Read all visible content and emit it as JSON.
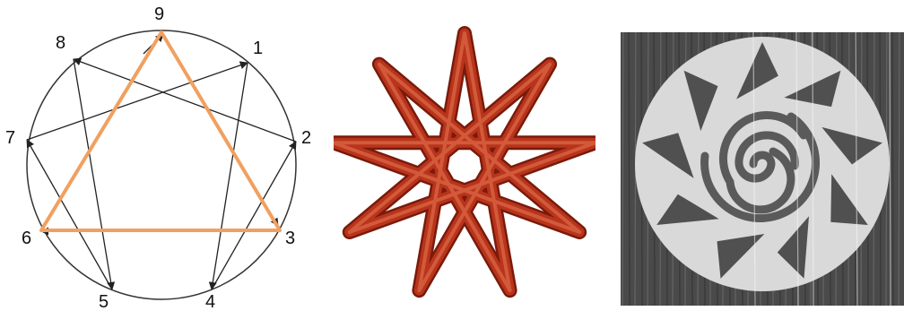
{
  "enneagram": {
    "point_labels": [
      "1",
      "2",
      "3",
      "4",
      "5",
      "6",
      "7",
      "8",
      "9"
    ],
    "colors": {
      "circle": "#333333",
      "lines": "#222222",
      "triangle": "#f0a060",
      "labels": "#111111"
    }
  },
  "star": {
    "colors": {
      "dark": "#7a1a0a",
      "mid": "#b8341c",
      "light": "#d25a3a"
    }
  },
  "crop_circle": {
    "colors": {
      "background": "#4a4a4a",
      "field": "#d9d9d9",
      "triangles": "#505050"
    }
  }
}
